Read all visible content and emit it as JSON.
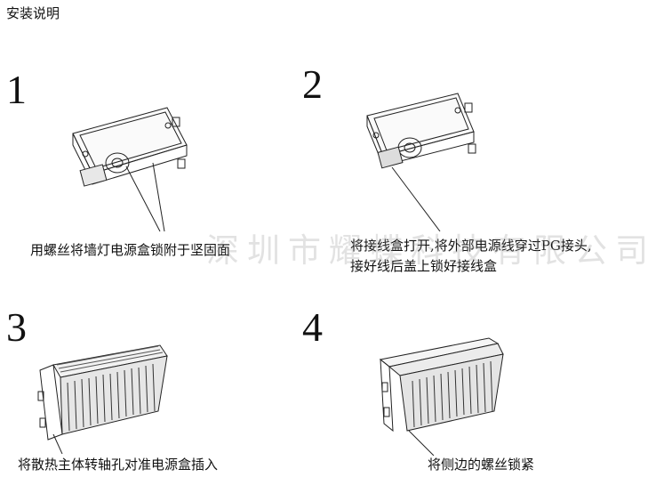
{
  "title": "安装说明",
  "watermark": "深圳市耀蝶科技有限公司",
  "steps": [
    {
      "number": "1",
      "caption": "用螺丝将墙灯电源盒锁附于坚固面"
    },
    {
      "number": "2",
      "caption_line1": "将接线盒打开,将外部电源线穿过PG接头,",
      "caption_line2": "接好线后盖上锁好接线盒"
    },
    {
      "number": "3",
      "caption": "将散热主体转轴孔对准电源盒插入"
    },
    {
      "number": "4",
      "caption": "将侧边的螺丝锁紧"
    }
  ]
}
